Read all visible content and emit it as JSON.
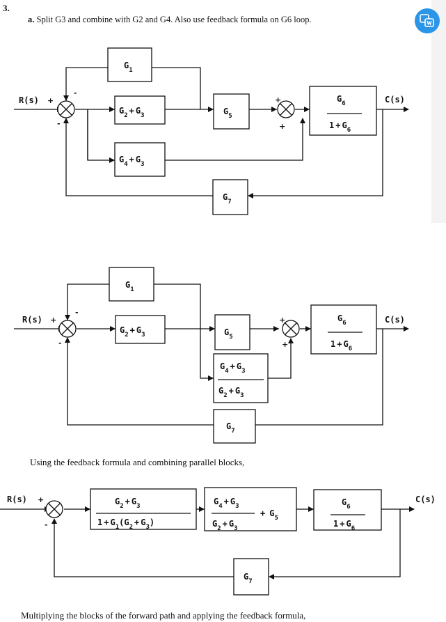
{
  "header": {
    "problem_number": "3.",
    "part_label": "a.",
    "instruction_text": " Split G3 and combine with G2 and G4. Also use feedback formula on G6 loop."
  },
  "captions": {
    "combining": "Using the feedback formula and combining parallel blocks,",
    "multiplying": "Multiplying the blocks of the forward path and applying the feedback formula,"
  },
  "signals": {
    "input": "R(s)",
    "output": "C(s)"
  },
  "signs": {
    "plus": "+",
    "minus": "-"
  },
  "symbols": {
    "G": "G",
    "plus": "+",
    "one": "1",
    "lparen": "(",
    "rparen": ")"
  },
  "subscripts": {
    "s1": "1",
    "s2": "2",
    "s3": "3",
    "s4": "4",
    "s5": "5",
    "s6": "6",
    "s7": "7"
  },
  "translate_button": {
    "icon": "translate-icon",
    "color": "#2b95e8"
  }
}
